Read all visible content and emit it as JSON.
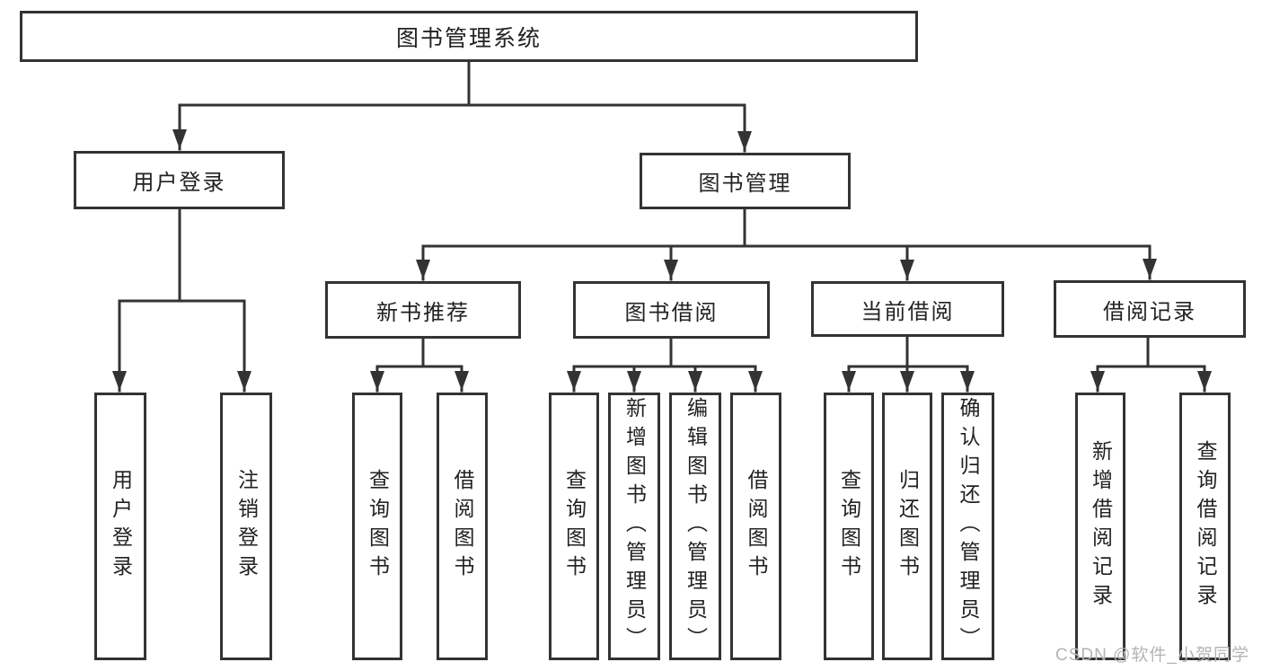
{
  "colors": {
    "line": "#333333",
    "box_border": "#333333",
    "box_fill": "#ffffff",
    "text": "#222222",
    "watermark": "#b4b4b4",
    "background": "#ffffff"
  },
  "watermark": {
    "text": "CSDN @软件_小贺同学"
  },
  "diagram": {
    "type": "hierarchy-tree",
    "root": {
      "label": "图书管理系统",
      "children": [
        {
          "label": "用户登录",
          "children": [
            {
              "label": "用户登录"
            },
            {
              "label": "注销登录"
            }
          ]
        },
        {
          "label": "图书管理",
          "children": [
            {
              "label": "新书推荐",
              "children": [
                {
                  "label": "查询图书"
                },
                {
                  "label": "借阅图书"
                }
              ]
            },
            {
              "label": "图书借阅",
              "children": [
                {
                  "label": "查询图书"
                },
                {
                  "label": "新增图书（管理员）"
                },
                {
                  "label": "编辑图书（管理员）"
                },
                {
                  "label": "借阅图书"
                }
              ]
            },
            {
              "label": "当前借阅",
              "children": [
                {
                  "label": "查询图书"
                },
                {
                  "label": "归还图书"
                },
                {
                  "label": "确认归还（管理员）"
                }
              ]
            },
            {
              "label": "借阅记录",
              "children": [
                {
                  "label": "新增借阅记录"
                },
                {
                  "label": "查询借阅记录"
                }
              ]
            }
          ]
        }
      ]
    }
  }
}
